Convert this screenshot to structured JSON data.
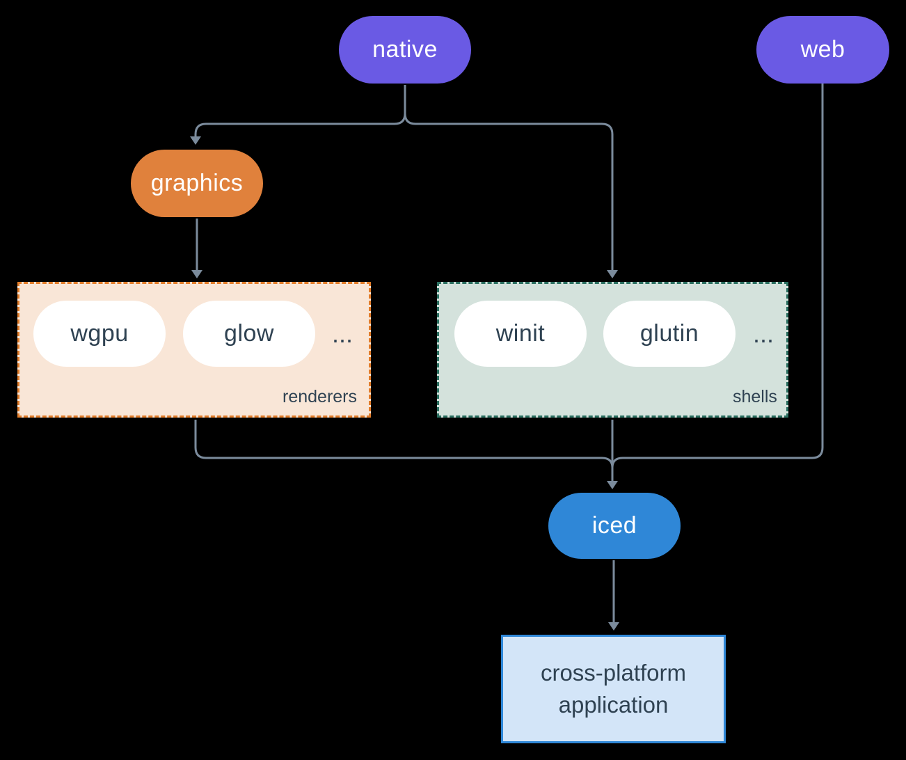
{
  "nodes": {
    "native": "native",
    "web": "web",
    "graphics": "graphics",
    "iced": "iced",
    "wgpu": "wgpu",
    "glow": "glow",
    "winit": "winit",
    "glutin": "glutin"
  },
  "groups": {
    "renderers": {
      "label": "renderers",
      "ellipsis": "..."
    },
    "shells": {
      "label": "shells",
      "ellipsis": "..."
    }
  },
  "app_box": {
    "line1": "cross-platform",
    "line2": "application"
  },
  "edges": [
    {
      "from": "native",
      "to": "graphics"
    },
    {
      "from": "native",
      "to": "shells"
    },
    {
      "from": "graphics",
      "to": "renderers"
    },
    {
      "from": "renderers",
      "to": "iced"
    },
    {
      "from": "shells",
      "to": "iced"
    },
    {
      "from": "web",
      "to": "iced"
    },
    {
      "from": "iced",
      "to": "cross-platform application"
    }
  ],
  "colors": {
    "background": "#000000",
    "purple_pill": "#6a5ae4",
    "orange_pill": "#e0813c",
    "blue_pill": "#2f87d7",
    "white_pill": "#ffffff",
    "renderers_fill": "#f9e6d7",
    "renderers_border": "#e27d2a",
    "shells_fill": "#d4e2dc",
    "shells_border": "#2a6f60",
    "app_fill": "#d3e5f8",
    "app_border": "#2f87d7",
    "connector": "#7b8b9c",
    "dark_text": "#2f4252"
  }
}
